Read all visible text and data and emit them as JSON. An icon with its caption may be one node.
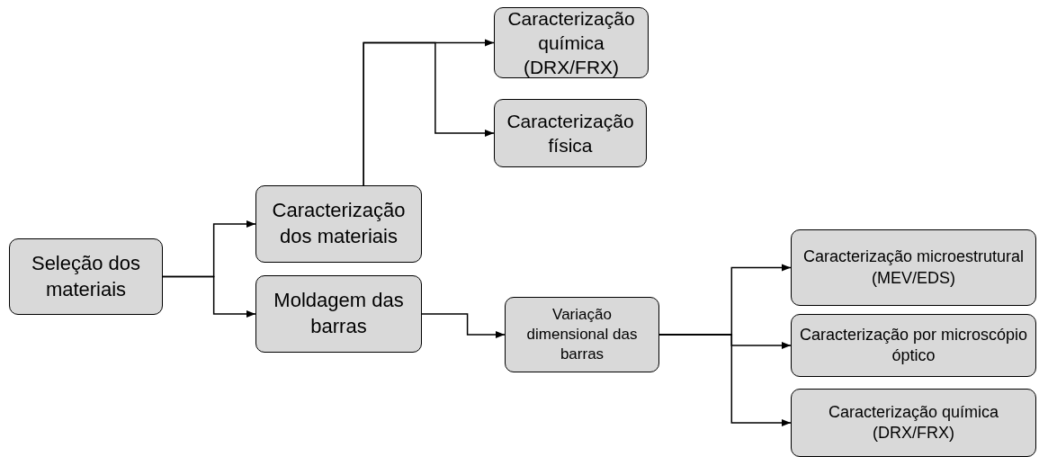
{
  "diagram": {
    "nodes": [
      {
        "text": [
          "Seleção dos materiais"
        ]
      },
      {
        "text": [
          "Caracterização dos materiais"
        ]
      },
      {
        "text": [
          "Moldagem das barras"
        ]
      },
      {
        "text": [
          "Caracterização química (DRX/FRX)"
        ]
      },
      {
        "text": [
          "Caracterização física"
        ]
      },
      {
        "text": [
          "Variação dimensional das barras"
        ]
      },
      {
        "text": [
          "Caracterização microestrutural (MEV/EDS)"
        ]
      },
      {
        "text": [
          "Caracterização por microscópio óptico"
        ]
      },
      {
        "text": [
          "Caracterização química (DRX/FRX)"
        ]
      }
    ],
    "edges": [
      {
        "from": 0,
        "to": 1,
        "arrow": "to"
      },
      {
        "from": 0,
        "to": 2,
        "arrow": "to"
      },
      {
        "from": 1,
        "to": 3,
        "arrow": "to"
      },
      {
        "from": 1,
        "to": 4,
        "arrow": "to"
      },
      {
        "from": 2,
        "to": 5,
        "arrow": "to"
      },
      {
        "from": 5,
        "to": 6,
        "arrow": "to"
      },
      {
        "from": 5,
        "to": 7,
        "arrow": "to"
      },
      {
        "from": 5,
        "to": 8,
        "arrow": "to"
      }
    ]
  }
}
